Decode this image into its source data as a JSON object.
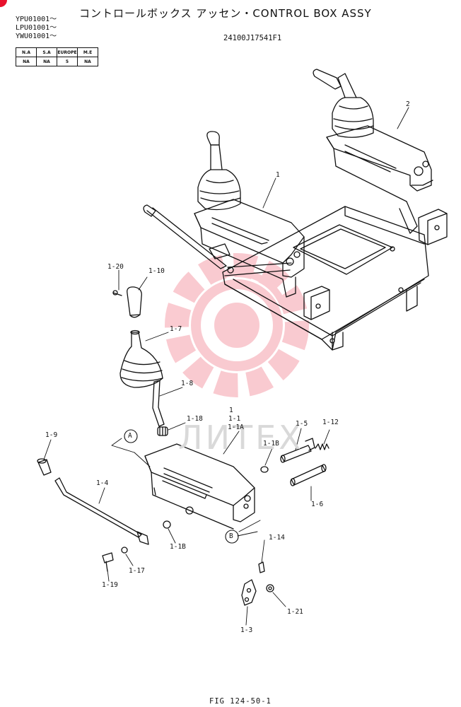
{
  "header": {
    "title": "コントロールボックス アッセン・CONTROL BOX ASSY",
    "serials": [
      "YPU01001～",
      "LPU01001～",
      "YWU01001～"
    ],
    "part_number": "24100J17541F1"
  },
  "variant_table": {
    "headers": [
      "N.A",
      "S.A",
      "EUROPE",
      "M.E"
    ],
    "values": [
      "NA",
      "NA",
      "5",
      "NA"
    ]
  },
  "watermark": {
    "text": "ЛИТЕХ",
    "color": "#e8112d"
  },
  "callouts": {
    "c1": "1",
    "c2": "2",
    "c1_20": "1-20",
    "c1_10": "1-10",
    "c1_7": "1-7",
    "c1_8": "1-8",
    "c1_18": "1-18",
    "c1_top": "1",
    "c1_1": "1-1",
    "c1_1a": "1-1A",
    "c1_1b_upper": "1-1B",
    "c1_5": "1-5",
    "c1_12": "1-12",
    "c1_9": "1-9",
    "c1_4": "1-4",
    "c1_6": "1-6",
    "c1_1b_lower": "1-1B",
    "c1_14": "1-14",
    "c1_17": "1-17",
    "c1_19": "1-19",
    "c1_21": "1-21",
    "c1_3": "1-3",
    "circle_a": "A",
    "circle_b": "B"
  },
  "footer": {
    "figure": "FIG 124-50-1"
  }
}
